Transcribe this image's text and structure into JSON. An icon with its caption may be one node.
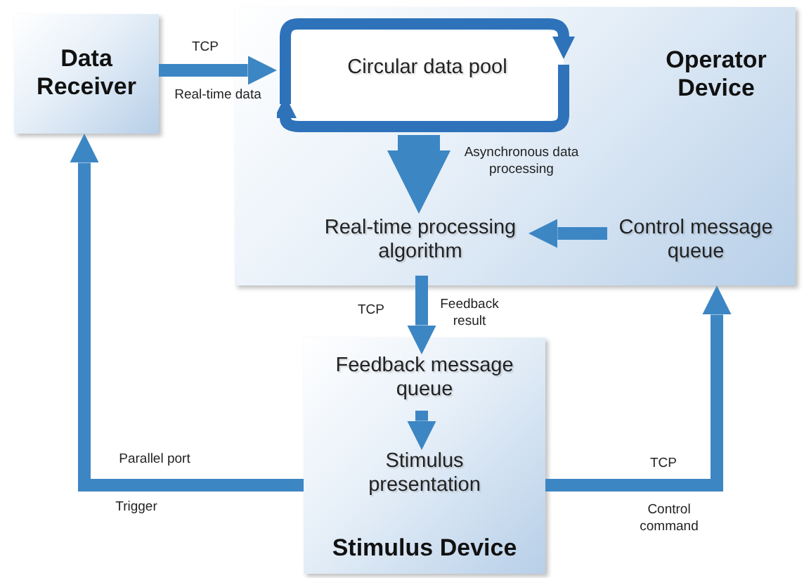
{
  "diagram": {
    "nodes": [
      {
        "text": [
          "Data Receiver"
        ]
      },
      {
        "text": [
          "Operator Device"
        ]
      },
      {
        "text": [
          "Circular data pool"
        ],
        "in": 1
      },
      {
        "text": [
          "Real-time processing algorithm"
        ],
        "in": 1
      },
      {
        "text": [
          "Control message queue"
        ],
        "in": 1
      },
      {
        "text": [
          "Stimulus Device"
        ]
      },
      {
        "text": [
          "Feedback message queue"
        ],
        "in": 5
      },
      {
        "text": [
          "Stimulus presentation"
        ],
        "in": 5
      }
    ],
    "edges": [
      {
        "from": 0,
        "to": 2,
        "arrow": "to",
        "label": "TCP"
      },
      {
        "from": 2,
        "to": 3,
        "arrow": "to",
        "label": "Asynchronous data processing",
        "style": "thick"
      },
      {
        "from": 4,
        "to": 3,
        "arrow": "to"
      },
      {
        "from": 3,
        "to": 6,
        "arrow": "to",
        "label": "TCP"
      },
      {
        "from": 6,
        "to": 7,
        "arrow": "to"
      },
      {
        "from": 5,
        "to": 0,
        "arrow": "to",
        "label": "Parallel port"
      },
      {
        "from": 5,
        "to": 1,
        "arrow": "to",
        "label": "TCP"
      }
    ],
    "labels": [
      "Real-time data",
      "Feedback result",
      "Trigger",
      "Control command"
    ]
  }
}
